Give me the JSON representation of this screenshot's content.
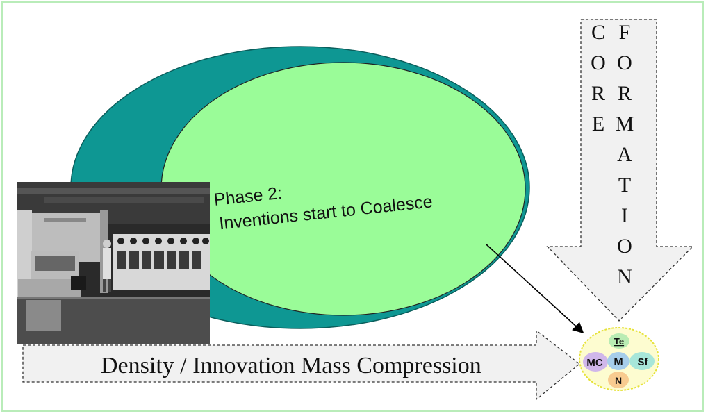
{
  "phase": {
    "line1": "Phase 2:",
    "line2": "Inventions start to Coalesce"
  },
  "density_label": "Density / Innovation Mass Compression",
  "core_formation": {
    "col1": [
      "C",
      "O",
      "R",
      "E"
    ],
    "col2": [
      "F",
      "O",
      "R",
      "M",
      "A",
      "T",
      "I",
      "O",
      "N"
    ]
  },
  "core_nodes": {
    "te": "Te",
    "mc": "MC",
    "m": "M",
    "sf": "Sf",
    "n": "N"
  },
  "colors": {
    "outer_ellipse": "#0e9793",
    "inner_ellipse": "#9afc98",
    "frame": "#b9ecb9",
    "arrow_fill": "#f1f1f1",
    "core_fill": "#fdfcd0",
    "core_border": "#e6e23a",
    "node_mc": "#d0b7ea",
    "node_m": "#a6cdea",
    "node_te": "#b9ecb3",
    "node_sf": "#a7e6d9",
    "node_n": "#f8cb90"
  },
  "photo_icon": "univac-computer-photo"
}
